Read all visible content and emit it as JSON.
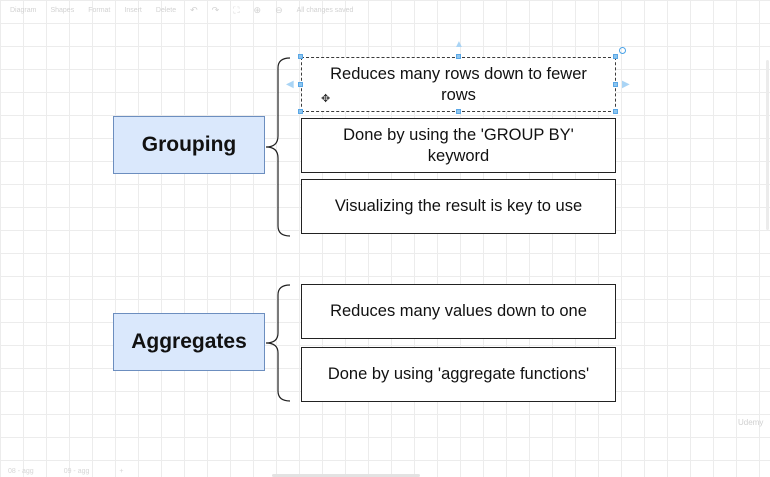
{
  "toolbar": {
    "items": [
      "Diagram",
      "Shapes",
      "Format",
      "Insert",
      "Delete"
    ],
    "zoom_label": "All changes saved"
  },
  "diagram": {
    "groups": [
      {
        "label": "Grouping",
        "items": [
          "Reduces many rows down to fewer rows",
          "Done by using the 'GROUP BY' keyword",
          "Visualizing the result is key to use"
        ]
      },
      {
        "label": "Aggregates",
        "items": [
          "Reduces many values down to one",
          "Done by using 'aggregate functions'"
        ]
      }
    ]
  },
  "bottom": {
    "pages": [
      "08 - agg",
      "09 - agg"
    ]
  },
  "watermark": "Udemy",
  "colors": {
    "category_fill": "#dae8fc",
    "category_border": "#6c8ebf",
    "selection": "#4aa3e8"
  }
}
